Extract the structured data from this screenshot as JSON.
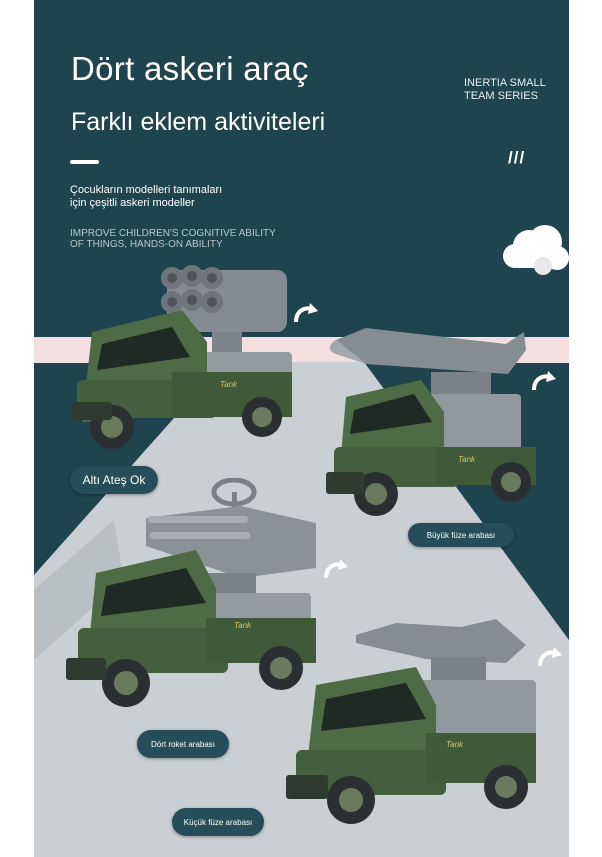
{
  "title": "Dört askeri araç",
  "subtitle": "Farklı eklem aktiviteleri",
  "brand": {
    "line1": "INERTIA SMALL",
    "line2": "TEAM SERIES"
  },
  "decor_slashes": "///",
  "description": {
    "line1": "Çocukların modelleri tanımaları",
    "line2": "için çeşitli askeri modeller"
  },
  "description_en": {
    "line1": "IMPROVE CHILDREN'S COGNITIVE ABILITY",
    "line2": "OF THINGS, HANDS-ON ABILITY"
  },
  "labels": {
    "six_rocket": "Altı Ateş Ok",
    "big_missile": "Büyük füze arabası",
    "four_rocket": "Dört roket arabası",
    "small_missile": "Küçük füze arabası"
  },
  "colors": {
    "background": "#1f4450",
    "road": "#c9cfd2",
    "stripe": "#f3dfe0",
    "body": "#4d6b45",
    "metal": "#8f969b"
  }
}
